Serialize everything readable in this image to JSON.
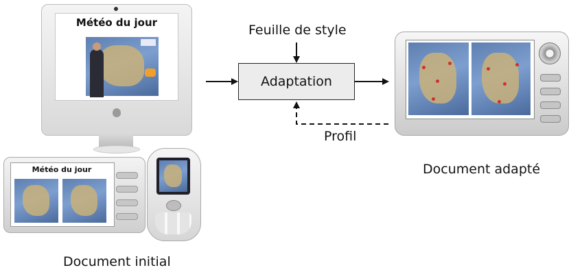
{
  "texts": {
    "monitor_title": "Météo du jour",
    "pmp_title": "Météo du jour",
    "stylesheet": "Feuille de style",
    "adaptation": "Adaptation",
    "profile": "Profil",
    "initial_doc": "Document initial",
    "adapted_doc": "Document adapté"
  },
  "colors": {
    "box_fill": "#ececec",
    "device_silver": "#d8d8d8",
    "screen_blue": "#5e7fb0",
    "arrow": "#111111"
  },
  "icons": {
    "monitor": "imac-monitor-icon",
    "small_pmp": "portable-media-player-icon",
    "phone": "mobile-phone-icon",
    "large_pmp": "portable-media-player-icon"
  }
}
